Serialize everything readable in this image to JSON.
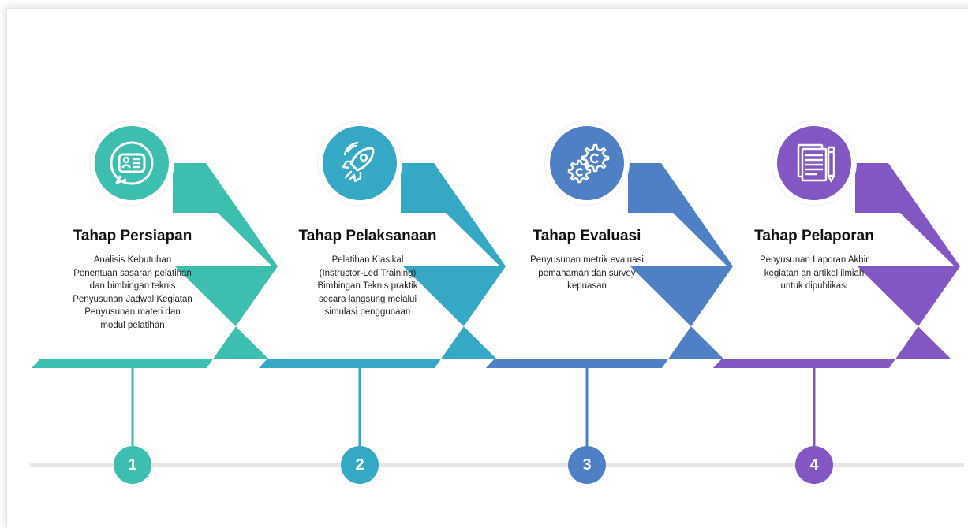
{
  "stages": [
    {
      "number": "1",
      "title": "Tahap Persiapan",
      "description": [
        "Analisis Kebutuhan",
        "Penentuan sasaran pelatihan",
        "dan bimbingan teknis",
        "Penyusunan Jadwal Kegiatan",
        "Penyusunan materi dan",
        "modul pelatihan"
      ],
      "icon": "id-card-chat-icon",
      "color": "#3cbfae"
    },
    {
      "number": "2",
      "title": "Tahap Pelaksanaan",
      "description": [
        "Pelatihan Klasikal",
        "(Instructor-Led Training)",
        "Bimbingan Teknis praktik",
        "secara langsung melalui",
        "simulasi penggunaan"
      ],
      "icon": "rocket-icon",
      "color": "#35a8c6"
    },
    {
      "number": "3",
      "title": "Tahap Evaluasi",
      "description": [
        "Penyusunan metrik evaluasi",
        "pemahaman dan survey",
        "kepuasan"
      ],
      "icon": "gears-icon",
      "color": "#4f7fc4"
    },
    {
      "number": "4",
      "title": "Tahap Pelaporan",
      "description": [
        "Penyusunan Laporan Akhir",
        "kegiatan an artikel ilmiah",
        "untuk dipublikasi"
      ],
      "icon": "document-pencil-icon",
      "color": "#8257c3"
    }
  ],
  "colors": {
    "timeline": "#e6e6e6",
    "text": "#111111"
  }
}
